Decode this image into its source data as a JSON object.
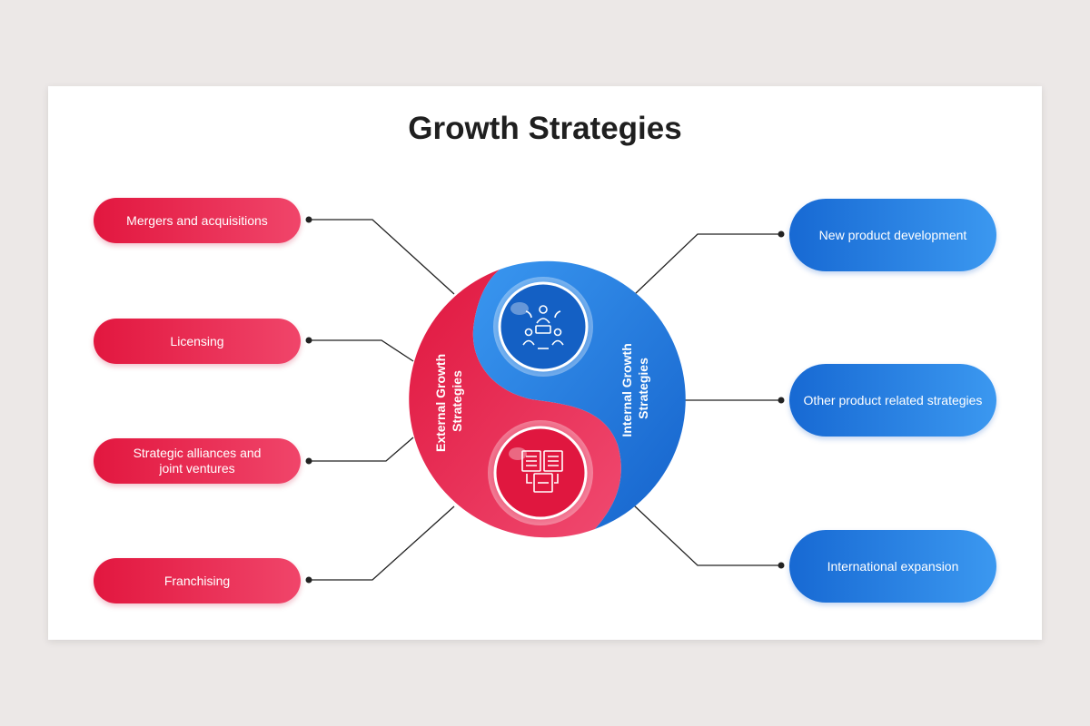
{
  "title": "Growth Strategies",
  "center": {
    "external_label_line1": "External Growth",
    "external_label_line2": "Strategies",
    "internal_label_line1": "Internal Growth",
    "internal_label_line2": "Strategies",
    "top_icon": "team-collaboration-icon",
    "bottom_icon": "documents-workflow-icon"
  },
  "external": [
    {
      "label": "Mergers and acquisitions"
    },
    {
      "label": "Licensing"
    },
    {
      "label_line1": "Strategic alliances and",
      "label_line2": "joint ventures"
    },
    {
      "label": "Franchising"
    }
  ],
  "internal": [
    {
      "label": "New product development"
    },
    {
      "label": "Other product related strategies"
    },
    {
      "label": "International expansion"
    }
  ],
  "colors": {
    "external": "#e2173f",
    "internal": "#1f74dc",
    "connector": "#222222",
    "background": "#ece8e7"
  }
}
